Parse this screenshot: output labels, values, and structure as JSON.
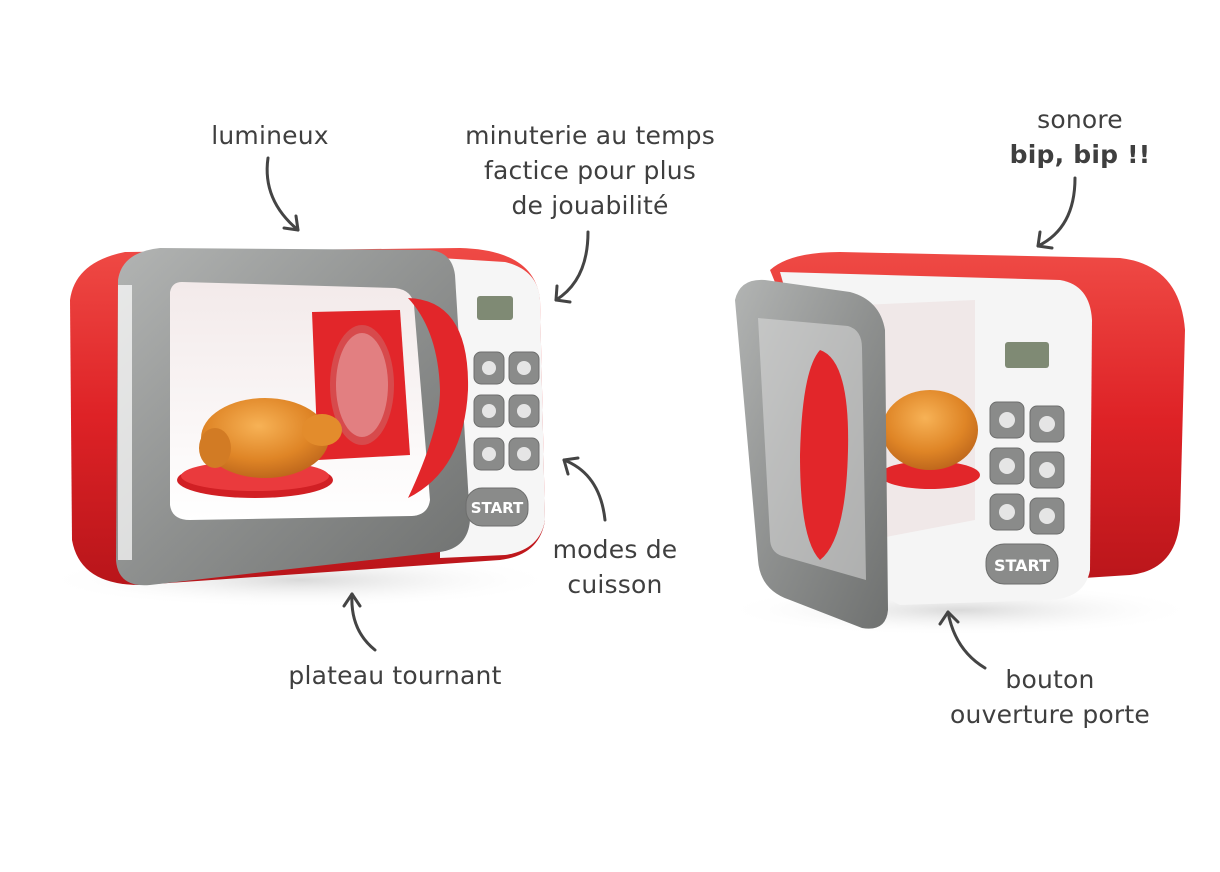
{
  "annotations": {
    "lumineux": {
      "lines": [
        "lumineux"
      ]
    },
    "minuterie": {
      "lines": [
        "minuterie au temps",
        "factice pour plus",
        "de jouabilité"
      ]
    },
    "sonore": {
      "line1": "sonore",
      "line2_bold": "bip, bip",
      "line2_tail": " !!"
    },
    "modes": {
      "lines": [
        "modes de",
        "cuisson"
      ]
    },
    "plateau": {
      "lines": [
        "plateau tournant"
      ]
    },
    "bouton": {
      "lines": [
        "bouton",
        "ouverture porte"
      ]
    }
  },
  "product": {
    "start_label_left": "START",
    "start_label_right": "START",
    "colors": {
      "body_red": "#e2262a",
      "frame_grey": "#8d8f8f",
      "panel_white": "#f4f4f4",
      "button_grey": "#8a8b8a",
      "chicken": "#e08a2a",
      "arrow": "#444444"
    }
  }
}
